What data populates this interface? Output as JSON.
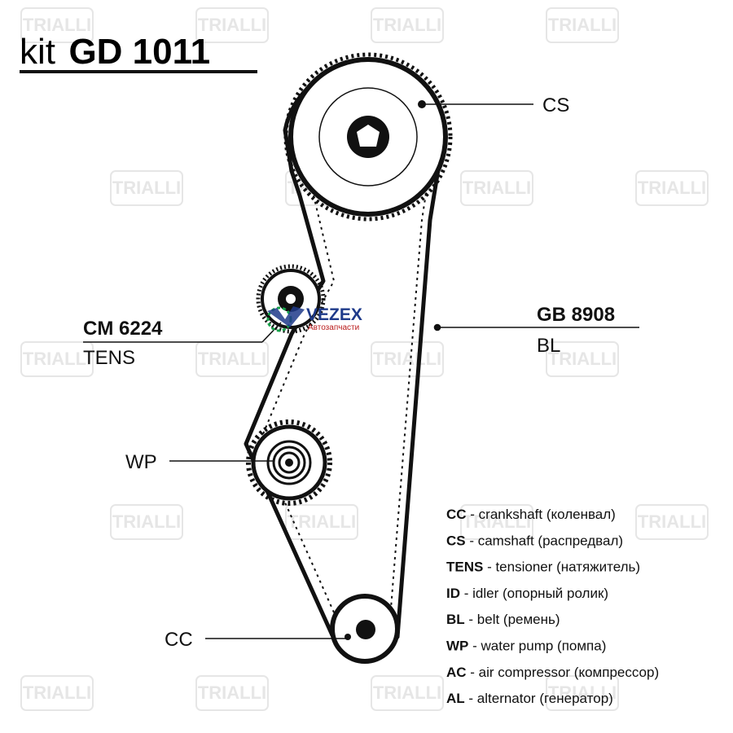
{
  "title": {
    "prefix": "kit",
    "code": "GD 1011"
  },
  "watermark": "TRIALLI",
  "labels": {
    "cs": "CS",
    "tensioner_code": "CM 6224",
    "tensioner": "TENS",
    "belt_code": "GB 8908",
    "belt": "BL",
    "wp": "WP",
    "cc": "CC"
  },
  "legend": [
    {
      "key": "CC",
      "desc": "crankshaft (коленвал)"
    },
    {
      "key": "CS",
      "desc": "camshaft (распредвал)"
    },
    {
      "key": "TENS",
      "desc": "tensioner (натяжитель)"
    },
    {
      "key": "ID",
      "desc": "idler (опорный ролик)"
    },
    {
      "key": "BL",
      "desc": "belt (ремень)"
    },
    {
      "key": "WP",
      "desc": "water pump (помпа)"
    },
    {
      "key": "AC",
      "desc": "air compressor (компрессор)"
    },
    {
      "key": "AL",
      "desc": "alternator (генератор)"
    }
  ],
  "stamp": {
    "name": "VEZEX",
    "sub": "Автозапчасти"
  },
  "colors": {
    "ink": "#111111",
    "watermark": "#e6e6e6",
    "brand_blue": "#1e3a8a",
    "brand_red": "#b91c1c",
    "brand_green": "#16a34a"
  }
}
